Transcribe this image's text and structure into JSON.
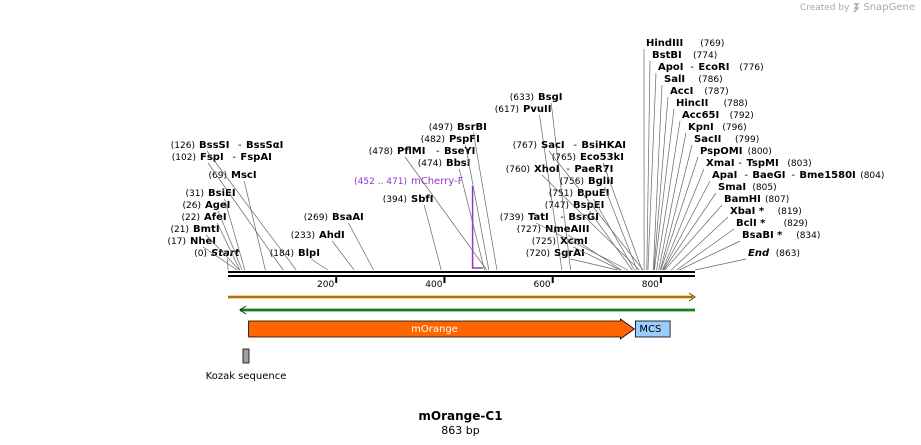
{
  "header": {
    "created_by": "Created by",
    "brand": "SnapGene"
  },
  "map": {
    "title": "mOrange-C1",
    "length_label": "863 bp",
    "total_length": 863,
    "ruler_ticks": [
      {
        "value": 200,
        "label": "200"
      },
      {
        "value": 400,
        "label": "400"
      },
      {
        "value": 600,
        "label": "600"
      },
      {
        "value": 800,
        "label": "800"
      }
    ],
    "colors": {
      "morange": "#ff6600",
      "mcs": "#99ccff",
      "primer": "#9933cc",
      "kozak": "#a0a0a0",
      "orange_strand": "#f5a623",
      "green_strand": "#33aa33",
      "backbone": "#000000",
      "leader": "#666666"
    },
    "features": [
      {
        "label": "mOrange",
        "start": 38,
        "end": 751,
        "color": "#ff6600",
        "arrow": true
      },
      {
        "label": "MCS",
        "start": 751,
        "end": 817,
        "color": "#99ccff",
        "arrow": false
      },
      {
        "label": "Kozak sequence",
        "start": 30,
        "end": 40,
        "color": "#a0a0a0",
        "arrow": false
      }
    ],
    "primer": {
      "label": "mCherry-F",
      "pos_label": "(452 .. 471)",
      "start": 452,
      "end": 471
    },
    "sites": [
      {
        "side": "L",
        "name": "Start",
        "pos": 0,
        "pos_label": "(0)",
        "italic": true
      },
      {
        "side": "L",
        "name": "NheI",
        "pos": 17,
        "pos_label": "(17)"
      },
      {
        "side": "L",
        "name": "BmtI",
        "pos": 21,
        "pos_label": "(21)"
      },
      {
        "side": "L",
        "name": "AfeI",
        "pos": 22,
        "pos_label": "(22)"
      },
      {
        "side": "L",
        "name": "AgeI",
        "pos": 26,
        "pos_label": "(26)"
      },
      {
        "side": "L",
        "name": "BsiEI",
        "pos": 31,
        "pos_label": "(31)"
      },
      {
        "side": "L",
        "name": "MscI",
        "pos": 69,
        "pos_label": "(69)"
      },
      {
        "side": "L",
        "name": "FspI",
        "name2": "FspAI",
        "pos": 102,
        "pos_label": "(102)"
      },
      {
        "side": "L",
        "name": "BssSI",
        "name2": "BssSαI",
        "pos": 126,
        "pos_label": "(126)"
      },
      {
        "side": "L",
        "name": "BlpI",
        "pos": 184,
        "pos_label": "(184)"
      },
      {
        "side": "L",
        "name": "AhdI",
        "pos": 233,
        "pos_label": "(233)"
      },
      {
        "side": "L",
        "name": "BsaAI",
        "pos": 269,
        "pos_label": "(269)"
      },
      {
        "side": "L",
        "name": "SbfI",
        "pos": 394,
        "pos_label": "(394)"
      },
      {
        "side": "L",
        "name": "BbsI",
        "pos": 474,
        "pos_label": "(474)"
      },
      {
        "side": "L",
        "name": "PflMI",
        "name2": "BseYI",
        "pos": 478,
        "pos_label": "(478)"
      },
      {
        "side": "L",
        "name": "PspFI",
        "pos": 482,
        "pos_label": "(482)"
      },
      {
        "side": "L",
        "name": "BsrBI",
        "pos": 497,
        "pos_label": "(497)"
      },
      {
        "side": "L",
        "name": "PvuII",
        "pos": 617,
        "pos_label": "(617)"
      },
      {
        "side": "L",
        "name": "BsgI",
        "pos": 633,
        "pos_label": "(633)"
      },
      {
        "side": "L",
        "name": "SgrAI",
        "pos": 720,
        "pos_label": "(720)"
      },
      {
        "side": "L",
        "name": "XcmI",
        "pos": 725,
        "pos_label": "(725)"
      },
      {
        "side": "L",
        "name": "NmeAIII",
        "pos": 727,
        "pos_label": "(727)"
      },
      {
        "side": "L",
        "name": "TatI",
        "name2": "BsrGI",
        "pos": 739,
        "pos_label": "(739)"
      },
      {
        "side": "L",
        "name": "BspEI",
        "pos": 747,
        "pos_label": "(747)"
      },
      {
        "side": "L",
        "name": "BpuEI",
        "pos": 751,
        "pos_label": "(751)"
      },
      {
        "side": "L",
        "name": "BglII",
        "pos": 756,
        "pos_label": "(756)"
      },
      {
        "side": "L",
        "name": "XhoI",
        "name2": "PaeR7I",
        "pos": 760,
        "pos_label": "(760)"
      },
      {
        "side": "L",
        "name": "Eco53kI",
        "pos": 765,
        "pos_label": "(765)"
      },
      {
        "side": "L",
        "name": "SacI",
        "name2": "BsiHKAI",
        "pos": 767,
        "pos_label": "(767)"
      },
      {
        "side": "R",
        "name": "HindIII",
        "pos": 769,
        "pos_label": "(769)"
      },
      {
        "side": "R",
        "name": "BstBI",
        "pos": 774,
        "pos_label": "(774)"
      },
      {
        "side": "R",
        "name": "ApoI",
        "name2": "EcoRI",
        "pos": 776,
        "pos_label": "(776)"
      },
      {
        "side": "R",
        "name": "SalI",
        "pos": 786,
        "pos_label": "(786)"
      },
      {
        "side": "R",
        "name": "AccI",
        "pos": 787,
        "pos_label": "(787)"
      },
      {
        "side": "R",
        "name": "HincII",
        "pos": 788,
        "pos_label": "(788)"
      },
      {
        "side": "R",
        "name": "Acc65I",
        "pos": 792,
        "pos_label": "(792)"
      },
      {
        "side": "R",
        "name": "KpnI",
        "pos": 796,
        "pos_label": "(796)"
      },
      {
        "side": "R",
        "name": "SacII",
        "pos": 799,
        "pos_label": "(799)"
      },
      {
        "side": "R",
        "name": "PspOMI",
        "pos": 800,
        "pos_label": "(800)"
      },
      {
        "side": "R",
        "name": "XmaI",
        "name2": "TspMI",
        "pos": 803,
        "pos_label": "(803)"
      },
      {
        "side": "R",
        "name": "ApaI",
        "name2": "BaeGI",
        "name3": "Bme1580I",
        "pos": 804,
        "pos_label": "(804)"
      },
      {
        "side": "R",
        "name": "SmaI",
        "pos": 805,
        "pos_label": "(805)"
      },
      {
        "side": "R",
        "name": "BamHI",
        "pos": 807,
        "pos_label": "(807)"
      },
      {
        "side": "R",
        "name": "XbaI *",
        "pos": 819,
        "pos_label": "(819)"
      },
      {
        "side": "R",
        "name": "BclI *",
        "pos": 829,
        "pos_label": "(829)"
      },
      {
        "side": "R",
        "name": "BsaBI *",
        "pos": 834,
        "pos_label": "(834)"
      },
      {
        "side": "R",
        "name": "End",
        "pos": 863,
        "pos_label": "(863)",
        "italic": true
      }
    ]
  }
}
